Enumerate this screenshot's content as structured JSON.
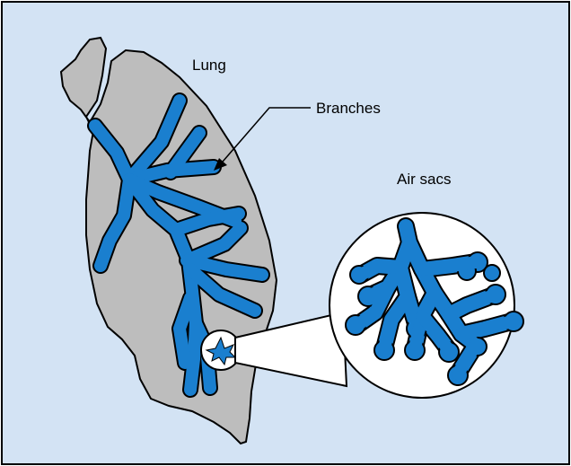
{
  "labels": {
    "lung": "Lung",
    "branches": "Branches",
    "air_sacs": "Air sacs"
  },
  "colors": {
    "background": "#d3e3f4",
    "lung": "#bdbdbd",
    "airway": "#1a7fcf",
    "outline": "#000000",
    "inset": "#ffffff"
  }
}
